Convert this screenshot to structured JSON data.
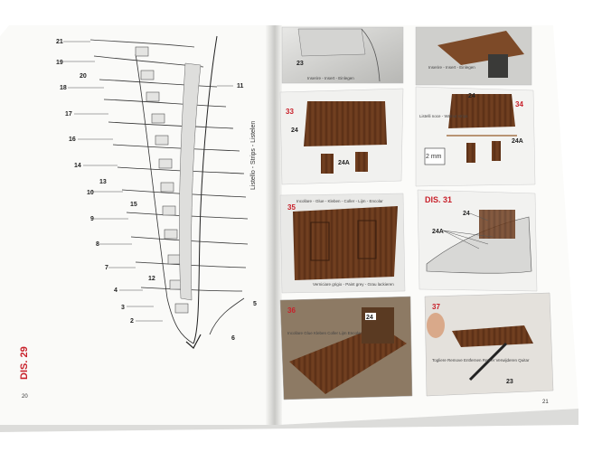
{
  "left_page": {
    "dis_label": "DIS. 29",
    "page_number": "20",
    "part_numbers": [
      {
        "label": "21"
      },
      {
        "label": "19"
      },
      {
        "label": "20"
      },
      {
        "label": "18"
      },
      {
        "label": "17"
      },
      {
        "label": "16"
      },
      {
        "label": "14"
      },
      {
        "label": "13"
      },
      {
        "label": "10"
      },
      {
        "label": "15"
      },
      {
        "label": "9"
      },
      {
        "label": "8"
      },
      {
        "label": "7"
      },
      {
        "label": "12"
      },
      {
        "label": "4"
      },
      {
        "label": "3"
      },
      {
        "label": "2"
      },
      {
        "label": "6"
      },
      {
        "label": "11"
      },
      {
        "label": "5"
      }
    ],
    "rotated_label": "Listello - Strips - Listelen"
  },
  "right_page": {
    "page_number": "21",
    "panels": [
      {
        "id": "top-left",
        "number": "",
        "parts": [
          "23"
        ],
        "caption": "Inserire - Insert - Einlegen"
      },
      {
        "id": "top-right",
        "number": "",
        "parts": [],
        "caption": "Inserire - Insert - Einlegen"
      },
      {
        "id": "33",
        "number": "33",
        "parts": [
          "24",
          "24A"
        ],
        "caption": ""
      },
      {
        "id": "34",
        "number": "34",
        "parts": [
          "24",
          "24A"
        ],
        "caption": "Listelli noce - Walnut strips"
      },
      {
        "id": "35",
        "number": "35",
        "parts": [],
        "caption": "Incollare - Glue - Kleben - Coller - Lijm - Encolar",
        "caption2": "Verniciare grigio - Paint grey - Grau lackieren"
      },
      {
        "id": "dis31",
        "number": "DIS. 31",
        "parts": [
          "24",
          "24A"
        ],
        "caption": ""
      },
      {
        "id": "36",
        "number": "36",
        "parts": [
          "24"
        ],
        "caption": "Incollare Glue Kleben Coller Lijm Encolar"
      },
      {
        "id": "37",
        "number": "37",
        "parts": [
          "23"
        ],
        "caption": "Togliere Remove Entfernen Retirer Verwijderen Quitar"
      }
    ],
    "measure_label": "2 mm"
  }
}
